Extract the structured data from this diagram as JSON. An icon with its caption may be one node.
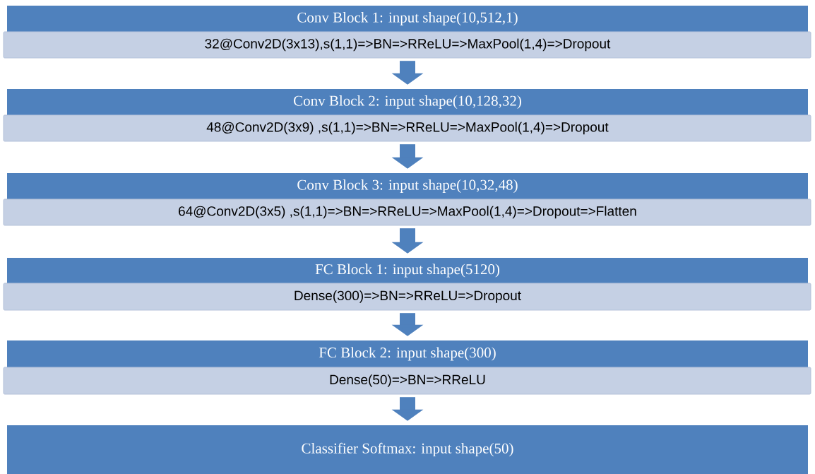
{
  "diagram": {
    "nodes": [
      {
        "text": [
          "Conv Block 1: input shape(10,512,1)",
          "32@Conv2D(3x13),s(1,1)=>BN=>RReLU=>MaxPool(1,4)=>Dropout"
        ]
      },
      {
        "text": [
          "Conv Block 2: input shape(10,128,32)",
          "48@Conv2D(3x9) ,s(1,1)=>BN=>RReLU=>MaxPool(1,4)=>Dropout"
        ]
      },
      {
        "text": [
          "Conv Block 3: input shape(10,32,48)",
          "64@Conv2D(3x5) ,s(1,1)=>BN=>RReLU=>MaxPool(1,4)=>Dropout=>Flatten"
        ]
      },
      {
        "text": [
          "FC Block 1: input shape(5120)",
          "Dense(300)=>BN=>RReLU=>Dropout"
        ]
      },
      {
        "text": [
          "FC Block 2: input shape(300)",
          "Dense(50)=>BN=>RReLU"
        ]
      },
      {
        "text": [
          "Classifier Softmax: input shape(50)"
        ]
      }
    ],
    "edges": [
      {
        "from": 0,
        "to": 1,
        "arrow": "to"
      },
      {
        "from": 1,
        "to": 2,
        "arrow": "to"
      },
      {
        "from": 2,
        "to": 3,
        "arrow": "to"
      },
      {
        "from": 3,
        "to": 4,
        "arrow": "to"
      },
      {
        "from": 4,
        "to": 5,
        "arrow": "to"
      }
    ]
  }
}
